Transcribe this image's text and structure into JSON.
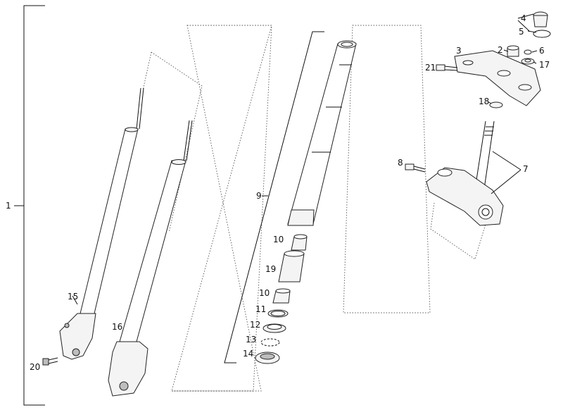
{
  "diagram": {
    "labels": {
      "l1": "1",
      "l2": "2",
      "l3": "3",
      "l4": "4",
      "l5": "5",
      "l6": "6",
      "l7": "7",
      "l8": "8",
      "l9": "9",
      "l10a": "10",
      "l10b": "10",
      "l11": "11",
      "l12": "12",
      "l13": "13",
      "l14": "14",
      "l15": "15",
      "l16": "16",
      "l17": "17",
      "l18": "18",
      "l19": "19",
      "l20": "20",
      "l21": "21"
    },
    "colors": {
      "line": "#111111",
      "part_fill": "#f4f4f4",
      "shade": "#bdbdbd"
    }
  }
}
